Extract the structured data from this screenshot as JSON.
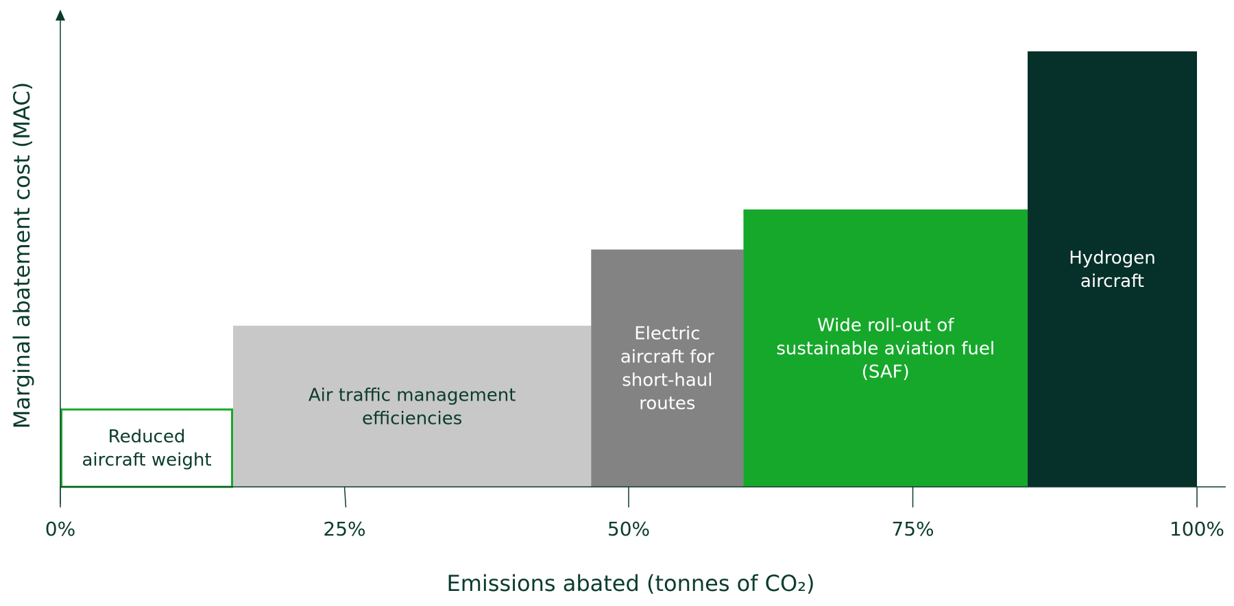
{
  "chart_data": {
    "type": "bar",
    "subtype": "marginal-abatement-cost-curve",
    "title": "",
    "xlabel": "Emissions abated (tonnes of CO₂)",
    "ylabel": "Marginal abatement cost (MAC)",
    "xlim": [
      0,
      100
    ],
    "x_unit": "%",
    "xticks": [
      "0%",
      "25%",
      "50%",
      "75%",
      "100%"
    ],
    "xtick_values": [
      0,
      25,
      50,
      75,
      100
    ],
    "y_axis_values_shown": false,
    "grid": false,
    "legend": "none",
    "segments": [
      {
        "label": "Reduced aircraft weight",
        "lines": [
          "Reduced",
          "aircraft weight"
        ],
        "x_start": 0,
        "x_end": 15.2,
        "mac_relative": 0.18,
        "fill": "#ffffff",
        "stroke": "#16a82b",
        "text_color": "#0b3b2e"
      },
      {
        "label": "Air traffic management efficiencies",
        "lines": [
          "Air traffic management",
          "efficiencies"
        ],
        "x_start": 15.2,
        "x_end": 46.7,
        "mac_relative": 0.37,
        "fill": "#c8c8c8",
        "stroke": "none",
        "text_color": "#0b3b2e"
      },
      {
        "label": "Electric aircraft for short-haul routes",
        "lines": [
          "Electric",
          "aircraft for",
          "short-haul",
          "routes"
        ],
        "x_start": 46.7,
        "x_end": 60.1,
        "mac_relative": 0.545,
        "fill": "#838383",
        "stroke": "none",
        "text_color": "#ffffff"
      },
      {
        "label": "Wide roll-out of sustainable aviation fuel (SAF)",
        "lines": [
          "Wide roll-out of",
          "sustainable aviation fuel",
          "(SAF)"
        ],
        "x_start": 60.1,
        "x_end": 85.1,
        "mac_relative": 0.637,
        "fill": "#16a82b",
        "stroke": "none",
        "text_color": "#ffffff"
      },
      {
        "label": "Hydrogen aircraft",
        "lines": [
          "Hydrogen",
          "aircraft"
        ],
        "x_start": 85.1,
        "x_end": 100,
        "mac_relative": 1.0,
        "fill": "#06302a",
        "stroke": "none",
        "text_color": "#ffffff"
      }
    ]
  },
  "colors": {
    "axis": "#0b3b2e",
    "text": "#0b3b2e"
  }
}
